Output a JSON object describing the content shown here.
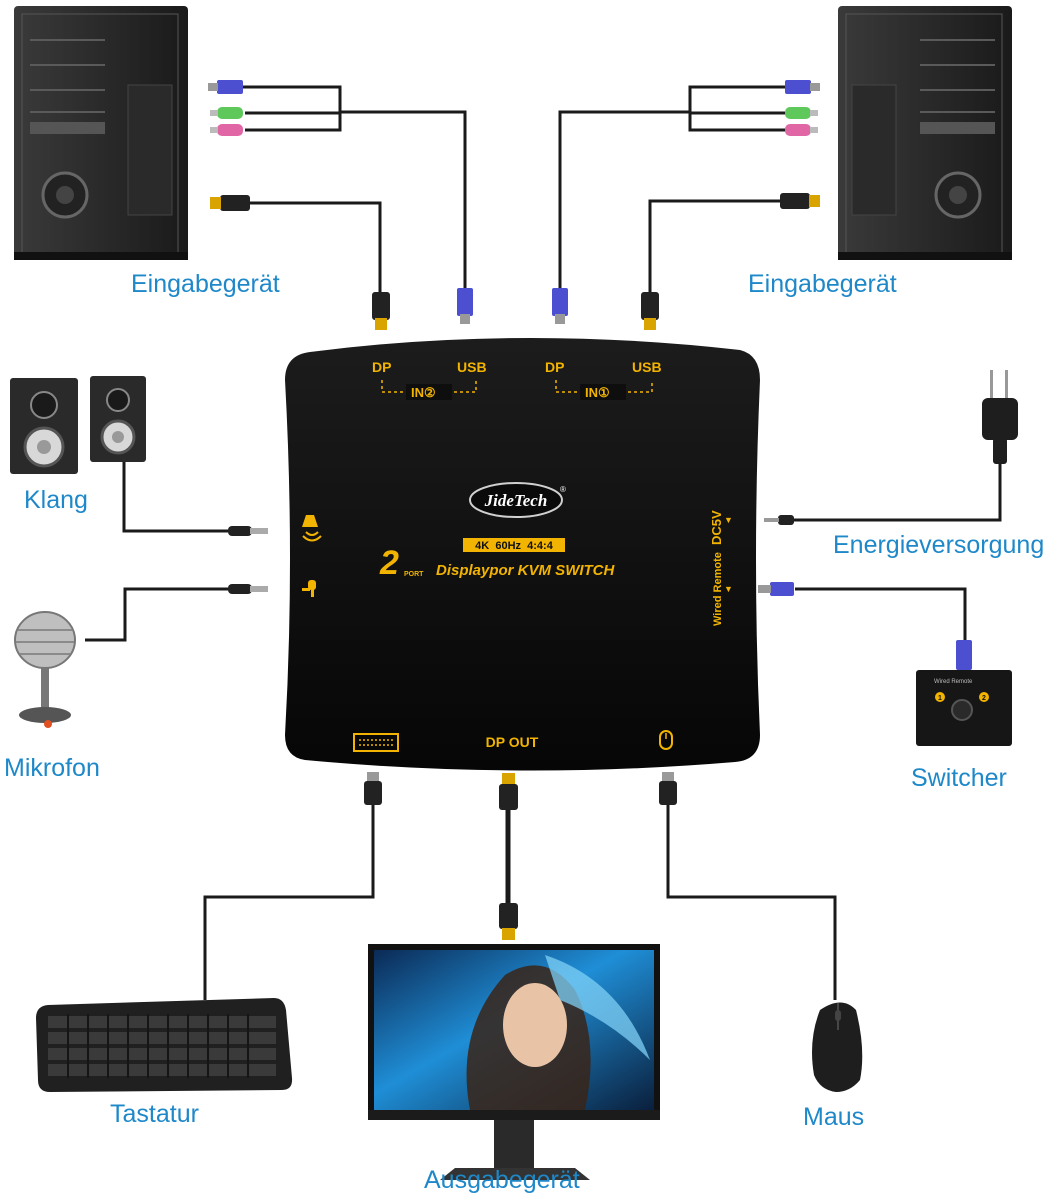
{
  "labels": {
    "input_left": "Eingabegerät",
    "input_right": "Eingabegerät",
    "sound": "Klang",
    "microphone": "Mikrofon",
    "power": "Energieversorgung",
    "switcher": "Switcher",
    "keyboard": "Tastatur",
    "output": "Ausgabegerät",
    "mouse": "Maus"
  },
  "device": {
    "brand": "JideTech",
    "registered": "®",
    "spec": "4K  60Hz  4:4:4",
    "title_number": "2",
    "title_port": "PORT",
    "title": "Displaypor KVM SWITCH",
    "in2_dp": "DP",
    "in2_usb": "USB",
    "in2_label": "IN②",
    "in1_dp": "DP",
    "in1_usb": "USB",
    "in1_label": "IN①",
    "dc_label": "DC5V",
    "remote_label": "Wired Remote",
    "dp_out": "DP OUT"
  },
  "remote": {
    "caption": "Wired Remote",
    "btn1": "1",
    "btn2": "2"
  },
  "colors": {
    "label_blue": "#1e88c9",
    "device_gold": "#f2b400",
    "usb_blue": "#4b4fd0",
    "audio_green": "#5fc85a",
    "audio_pink": "#e066a6"
  }
}
